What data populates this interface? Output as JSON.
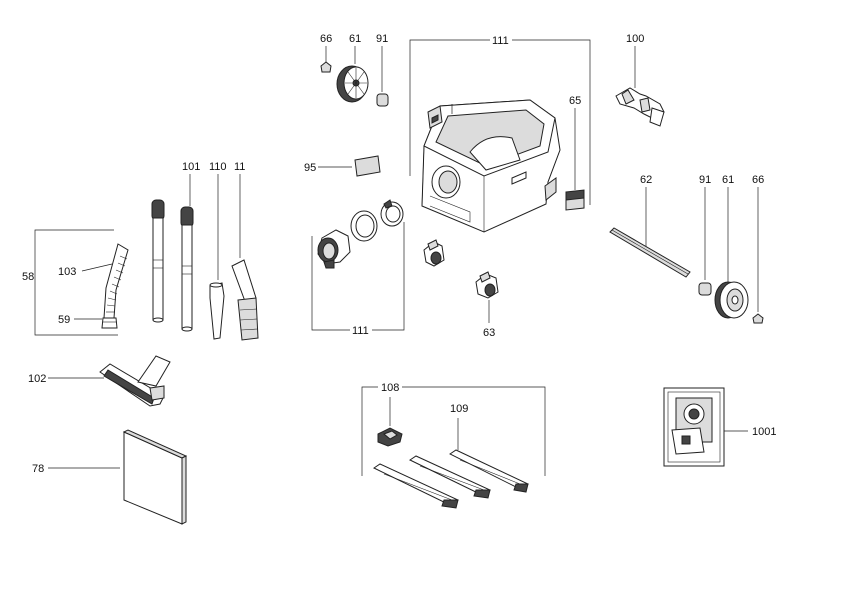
{
  "diagram": {
    "title": "Exploded parts diagram - wet/dry vacuum cleaner",
    "callouts": {
      "c66a": "66",
      "c61a": "61",
      "c91a": "91",
      "c111top": "111",
      "c100": "100",
      "c65": "65",
      "c95": "95",
      "c101": "101",
      "c110": "110",
      "c11": "11",
      "c58": "58",
      "c103": "103",
      "c59": "59",
      "c111bot": "111",
      "c62": "62",
      "c91b": "91",
      "c61b": "61",
      "c66b": "66",
      "c63": "63",
      "c102": "102",
      "c108": "108",
      "c109": "109",
      "c1001": "1001",
      "c78": "78"
    }
  }
}
